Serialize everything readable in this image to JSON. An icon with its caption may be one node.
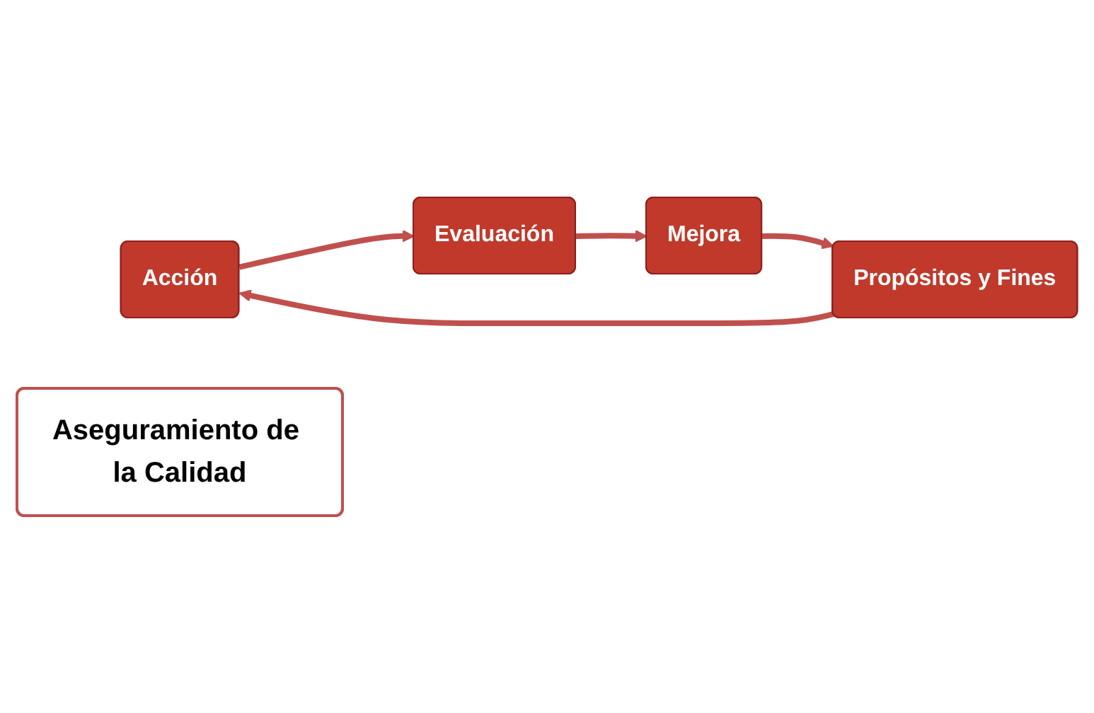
{
  "diagram": {
    "nodes": [
      {
        "text": [
          "Acción"
        ]
      },
      {
        "text": [
          "Propósitos y Fines"
        ]
      },
      {
        "text": [
          "Aseguramiento de la Calidad"
        ]
      },
      {
        "text": [
          "Evaluación"
        ]
      },
      {
        "text": [
          "Mejora"
        ]
      }
    ],
    "edges": [
      {
        "from": 1,
        "to": 0,
        "arrow": "to"
      },
      {
        "from": 0,
        "to": 3,
        "arrow": "to"
      },
      {
        "from": 3,
        "to": 4,
        "arrow": "to"
      },
      {
        "from": 4,
        "to": 1,
        "arrow": "to"
      }
    ]
  }
}
